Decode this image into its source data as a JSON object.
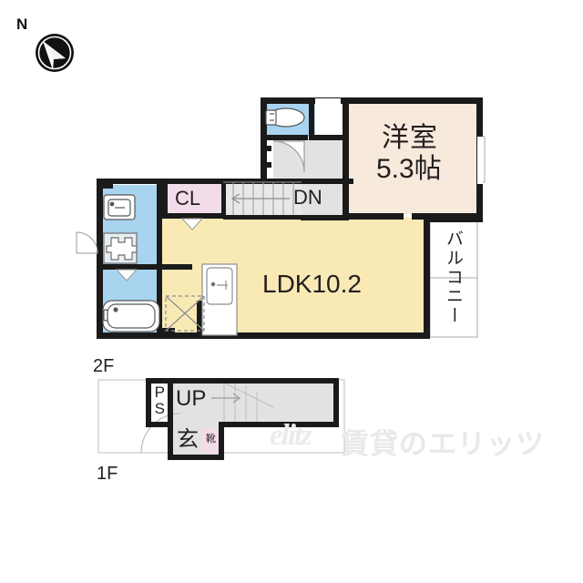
{
  "document": {
    "type": "floor-plan",
    "title": "2F / 1F Apartment Floor Plan"
  },
  "compass": {
    "label": "N",
    "direction": "north-indicator"
  },
  "floors": {
    "second_floor_label": "2F",
    "first_floor_label": "1F"
  },
  "rooms_2f": {
    "bedroom": {
      "name": "洋室",
      "size": "5.3帖",
      "color": "#f8e9dd"
    },
    "ldk": {
      "label": "LDK10.2",
      "color": "#f9e9b5"
    },
    "closet": {
      "label": "CL",
      "color": "#f3dcea"
    },
    "stairs_down": {
      "label": "DN",
      "color": "#e2e2e2"
    },
    "balcony": {
      "label": "バルコニー",
      "color": "#ffffff"
    },
    "toilet": {
      "name": "toilet",
      "color": "#a8d4ef"
    },
    "bath": {
      "name": "bath",
      "color": "#a8d4ef"
    },
    "washroom": {
      "name": "washroom",
      "color": "#a8d4ef"
    }
  },
  "rooms_1f": {
    "pipe_shaft": {
      "label": "PS"
    },
    "stairs_up": {
      "label": "UP"
    },
    "entrance": {
      "label": "玄"
    },
    "shoe_box": {
      "label": "靴",
      "color": "#f3dcea"
    }
  },
  "fixtures": {
    "washbasin": "washbasin-icon",
    "washing_machine": "washing-machine-icon",
    "bathtub": "bathtub-icon",
    "toilet_bowl": "toilet-icon",
    "kitchen_sink": "kitchen-icon",
    "storage_dashed": "storage-icon"
  },
  "watermark": {
    "logo": "elitz",
    "text": "賃貸のエリッツ"
  },
  "colors": {
    "wall": "#1a1a1a",
    "thin_line": "#9a9a9a",
    "ldk_yellow": "#f9e9b5",
    "bedroom_peach": "#f8e9dd",
    "closet_pink": "#f3dcea",
    "water_blue": "#a8d4ef",
    "hall_gray": "#e2e2e2",
    "text": "#231f20"
  }
}
